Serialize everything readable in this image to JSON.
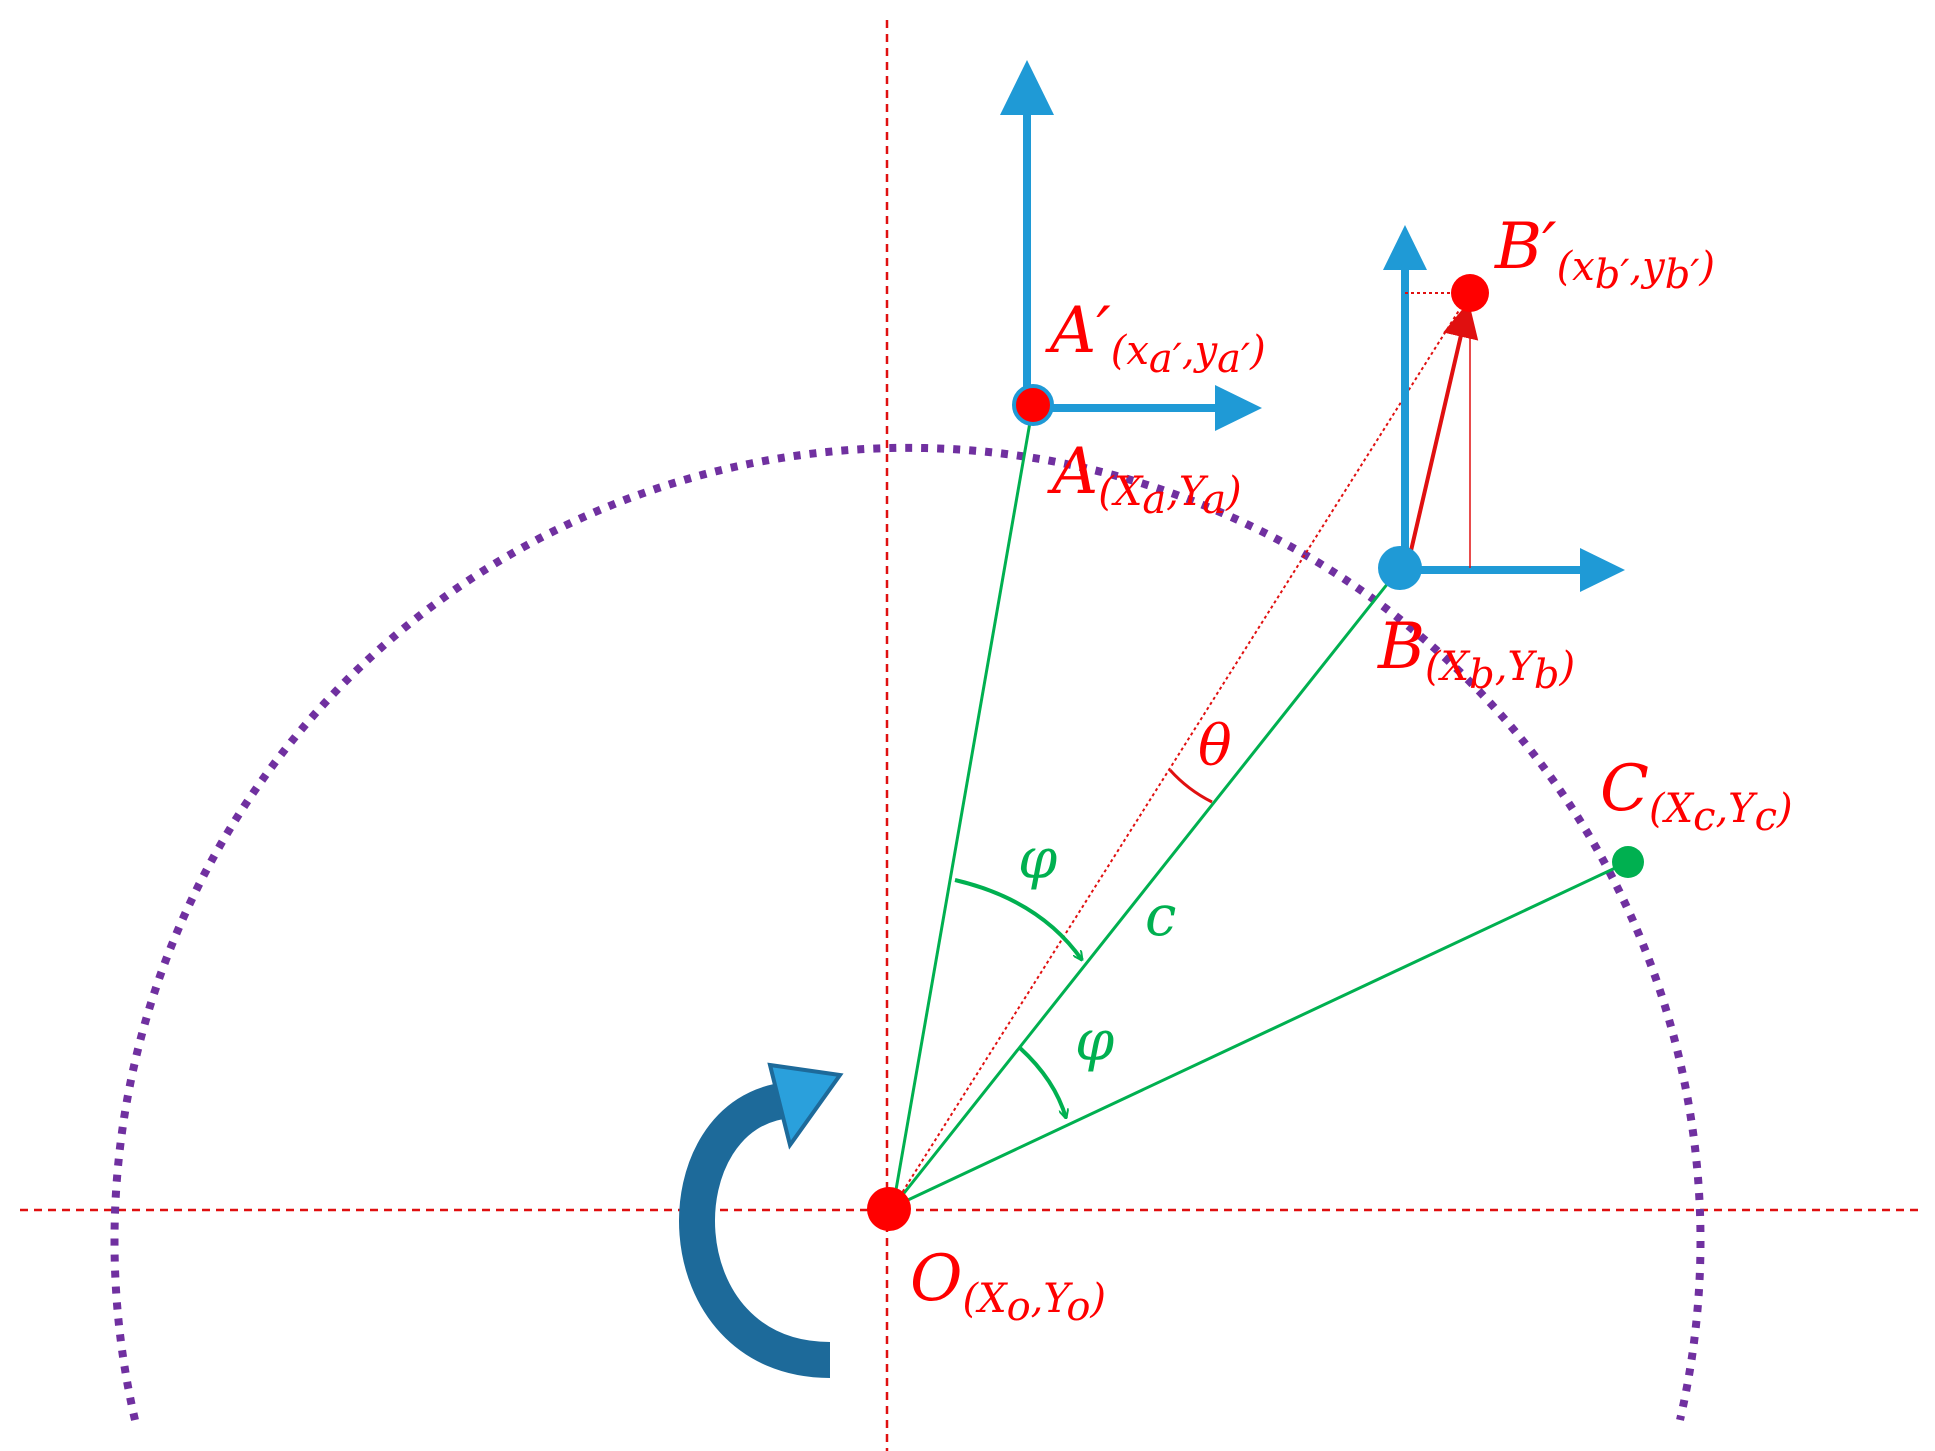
{
  "colors": {
    "point_red": "#ff0000",
    "axis_blue": "#1f9ad6",
    "arc_purple": "#7030a0",
    "line_green": "#00b050",
    "guide_red": "#e01010",
    "rotate_arrow": "#1d6a9a",
    "rotate_arrow_light": "#2aa0dc"
  },
  "labels": {
    "a_prime": {
      "main": "A′",
      "sub": "(x",
      "sub_i": "a′",
      "sep": ",y",
      "sub_i2": "a′",
      "close": ")"
    },
    "a": {
      "main": "A",
      "sub": "(X",
      "sub_i": "a",
      "sep": ",Y",
      "sub_i2": "a",
      "close": ")"
    },
    "b_prime": {
      "main": "B′",
      "sub": "(x",
      "sub_i": "b′",
      "sep": ",y",
      "sub_i2": "b′",
      "close": ")"
    },
    "b": {
      "main": "B",
      "sub": "(X",
      "sub_i": "b",
      "sep": ",Y",
      "sub_i2": "b",
      "close": ")"
    },
    "c": {
      "main": "C",
      "sub": "(X",
      "sub_i": "c",
      "sep": ",Y",
      "sub_i2": "c",
      "close": ")"
    },
    "o": {
      "main": "O",
      "sub": "(X",
      "sub_i": "o",
      "sep": ",Y",
      "sub_i2": "o",
      "close": ")"
    },
    "theta": "θ",
    "phi_upper": "φ",
    "phi_lower": "φ",
    "c_length": "c"
  },
  "icons": {
    "rotation": "curved-rotation-arrow-icon",
    "axis_arrow": "arrowhead-icon"
  }
}
